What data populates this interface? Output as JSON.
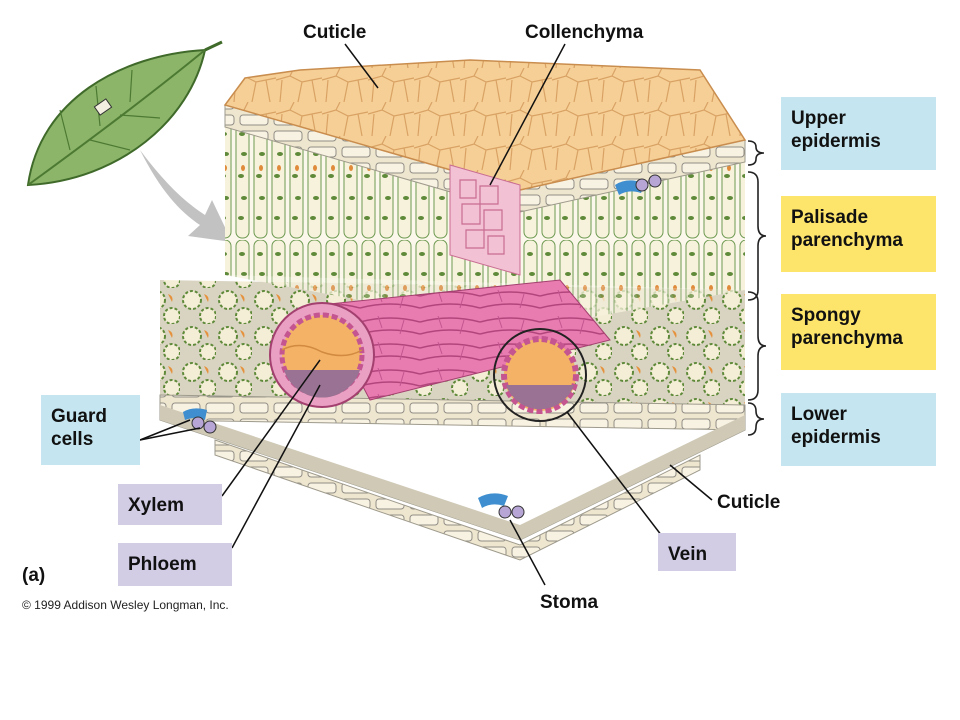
{
  "labels": {
    "cuticle_top": "Cuticle",
    "collenchyma": "Collenchyma",
    "cuticle_bottom": "Cuticle",
    "stoma": "Stoma",
    "upper_epidermis": [
      "Upper",
      "epidermis"
    ],
    "palisade_parenchyma": [
      "Palisade",
      "parenchyma"
    ],
    "spongy_parenchyma": [
      "Spongy",
      "parenchyma"
    ],
    "lower_epidermis": [
      "Lower",
      "epidermis"
    ],
    "guard_cells": [
      "Guard",
      "cells"
    ],
    "xylem": "Xylem",
    "phloem": "Phloem",
    "vein": "Vein"
  },
  "caption": "(a)",
  "copyright": "© 1999 Addison Wesley Longman, Inc.",
  "colors": {
    "blue_box": "#c5e6f0",
    "yellow_box": "#fde56b",
    "purple_box": "#d2cce5"
  }
}
